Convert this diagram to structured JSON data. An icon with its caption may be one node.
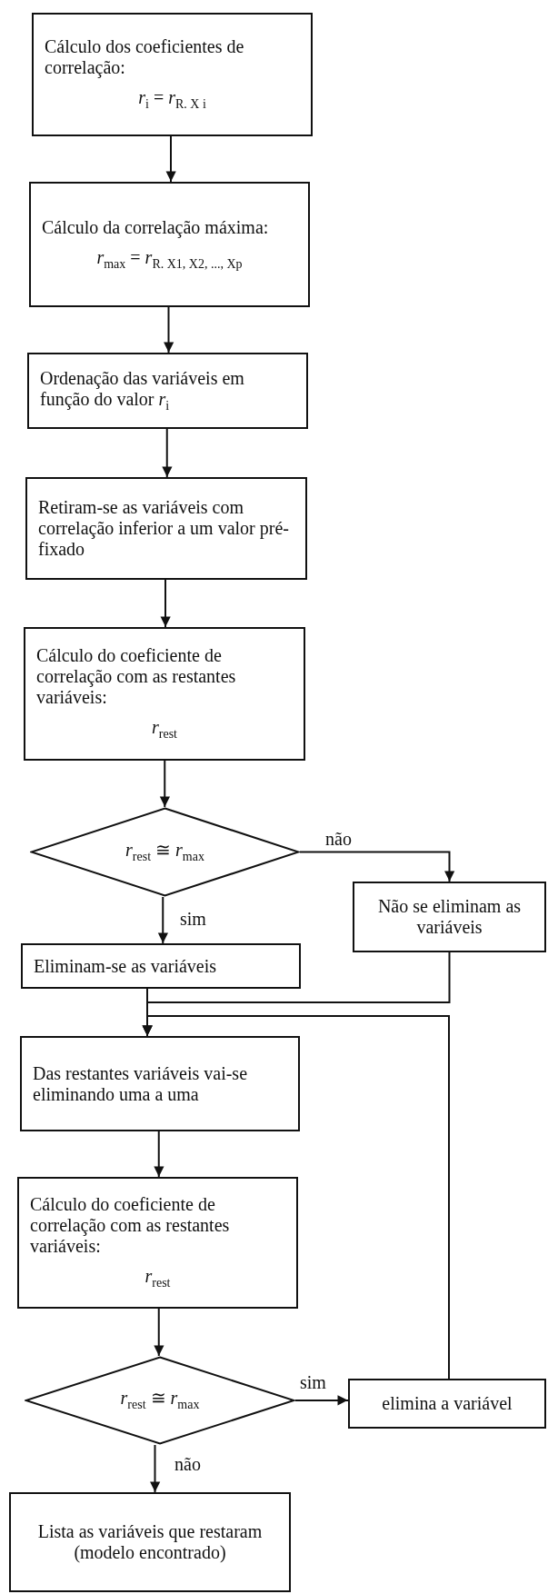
{
  "diagram": {
    "nodes": [
      {
        "text": [
          "Cálculo dos coeficientes de correlação:",
          "*r*$_{i}$ = *r*$_{R. X i}$"
        ]
      },
      {
        "text": [
          "Cálculo da correlação máxima:",
          "*r*$_{max}$ = *r*$_{R. X1, X2, ..., Xp}$"
        ]
      },
      {
        "text": [
          "Ordenação das variáveis em função do valor *r*$_{i}$"
        ]
      },
      {
        "text": [
          "Retiram-se as variáveis com correlação inferior a um valor pré-fixado"
        ]
      },
      {
        "text": [
          "Cálculo do coeficiente de correlação com as restantes variáveis:",
          "*r*$_{rest}$"
        ]
      },
      {
        "text": [
          "*r*$_{rest}$ ≅ *r*$_{max}$"
        ]
      },
      {
        "text": [
          "Não se eliminam as variáveis"
        ]
      },
      {
        "text": [
          "Eliminam-se as variáveis"
        ]
      },
      {
        "text": [
          "Das restantes variáveis vai-se eliminando uma a uma"
        ]
      },
      {
        "text": [
          "Cálculo do coeficiente de correlação com as restantes variáveis:",
          "*r*$_{rest}$"
        ]
      },
      {
        "text": [
          "*r*$_{rest}$ ≅ *r*$_{max}$"
        ]
      },
      {
        "text": [
          "elimina a variável"
        ]
      },
      {
        "text": [
          "Lista as variáveis que restaram (modelo encontrado)"
        ]
      }
    ],
    "edges": [
      {
        "from": 0,
        "to": 1,
        "arrow": "to"
      },
      {
        "from": 1,
        "to": 2,
        "arrow": "to"
      },
      {
        "from": 2,
        "to": 3,
        "arrow": "to"
      },
      {
        "from": 3,
        "to": 4,
        "arrow": "to"
      },
      {
        "from": 4,
        "to": 5,
        "arrow": "to"
      },
      {
        "from": 5,
        "to": 6,
        "arrow": "to",
        "label": "não"
      },
      {
        "from": 5,
        "to": 7,
        "arrow": "to",
        "label": "sim"
      },
      {
        "from": 7,
        "to": 8,
        "arrow": "to"
      },
      {
        "from": 6,
        "to": 8,
        "arrow": "to"
      },
      {
        "from": 11,
        "to": 8,
        "arrow": "to"
      },
      {
        "from": 8,
        "to": 9,
        "arrow": "to"
      },
      {
        "from": 9,
        "to": 10,
        "arrow": "to"
      },
      {
        "from": 10,
        "to": 11,
        "arrow": "to",
        "label": "sim"
      },
      {
        "from": 10,
        "to": 12,
        "arrow": "to",
        "label": "não"
      }
    ]
  }
}
